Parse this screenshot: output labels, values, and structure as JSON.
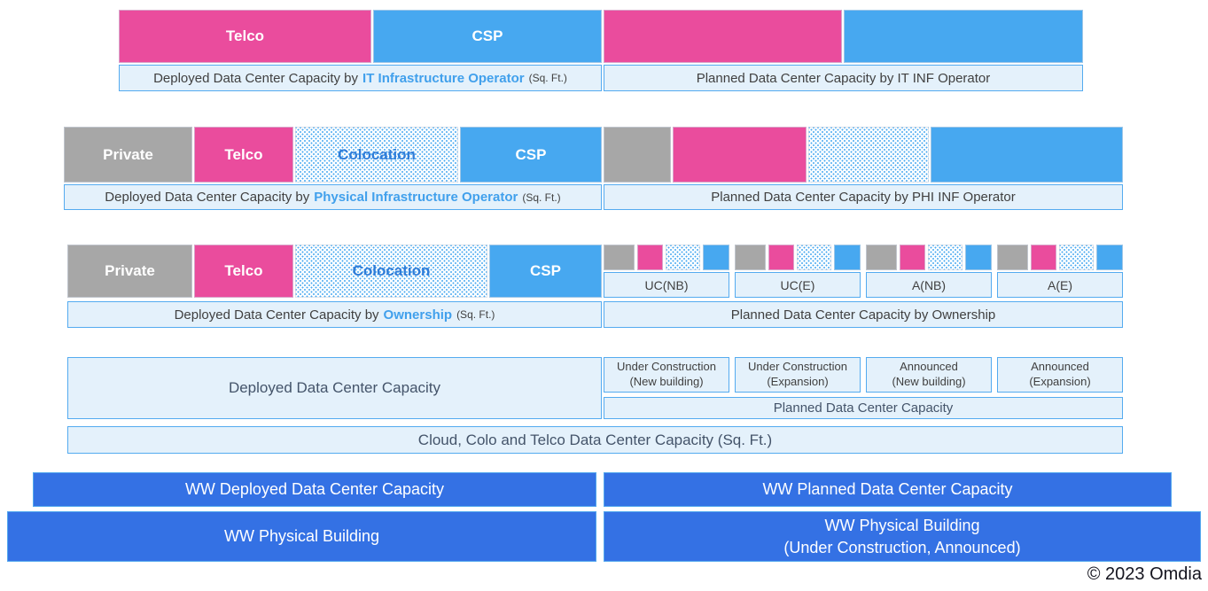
{
  "colors": {
    "pink": "#EA4C9D",
    "blue": "#47A8F0",
    "gray": "#A7A7A7",
    "royal_blue": "#3471E4",
    "caption_fill": "#E4F1FB",
    "caption_border": "#54ABF0",
    "highlight_text": "#41A0EC",
    "colocation_text": "#2F7CD8",
    "body_text": "#404040",
    "heading_text": "#44546A"
  },
  "row_it_operator": {
    "deployed_segments": [
      {
        "label": "Telco",
        "color": "pink"
      },
      {
        "label": "CSP",
        "color": "blue"
      }
    ],
    "planned_segments": [
      {
        "color": "pink"
      },
      {
        "color": "blue"
      }
    ],
    "deployed_caption": {
      "prefix": "Deployed Data Center Capacity by",
      "highlight": "IT Infrastructure Operator",
      "suffix": "(Sq. Ft.)"
    },
    "planned_caption": "Planned Data Center Capacity by IT INF Operator"
  },
  "row_phi_operator": {
    "deployed_segments": [
      {
        "label": "Private",
        "color": "gray"
      },
      {
        "label": "Telco",
        "color": "pink"
      },
      {
        "label": "Colocation",
        "color": "dotted"
      },
      {
        "label": "CSP",
        "color": "blue"
      }
    ],
    "planned_segments": [
      {
        "color": "gray"
      },
      {
        "color": "pink"
      },
      {
        "color": "dotted"
      },
      {
        "color": "blue"
      }
    ],
    "deployed_caption": {
      "prefix": "Deployed Data Center Capacity by",
      "highlight": "Physical Infrastructure Operator",
      "suffix": "(Sq. Ft.)"
    },
    "planned_caption": "Planned Data Center Capacity by PHI INF Operator"
  },
  "row_ownership": {
    "deployed_segments": [
      {
        "label": "Private",
        "color": "gray"
      },
      {
        "label": "Telco",
        "color": "pink"
      },
      {
        "label": "Colocation",
        "color": "dotted"
      },
      {
        "label": "CSP",
        "color": "blue"
      }
    ],
    "planned_groups": [
      {
        "label": "UC(NB)"
      },
      {
        "label": "UC(E)"
      },
      {
        "label": "A(NB)"
      },
      {
        "label": "A(E)"
      }
    ],
    "deployed_caption": {
      "prefix": "Deployed Data Center Capacity by",
      "highlight": "Ownership",
      "suffix": "(Sq. Ft.)"
    },
    "planned_caption": "Planned Data Center Capacity by Ownership"
  },
  "row_capacity": {
    "deployed_box": "Deployed Data Center Capacity",
    "planned_boxes": [
      {
        "line1": "Under Construction",
        "line2": "(New building)"
      },
      {
        "line1": "Under Construction",
        "line2": "(Expansion)"
      },
      {
        "line1": "Announced",
        "line2": "(New building)"
      },
      {
        "line1": "Announced",
        "line2": "(Expansion)"
      }
    ],
    "planned_caption": "Planned Data Center Capacity",
    "total_caption": "Cloud, Colo and Telco Data Center Capacity (Sq. Ft.)"
  },
  "row_ww_capacity": {
    "deployed": "WW Deployed Data Center Capacity",
    "planned": "WW Planned Data Center Capacity"
  },
  "row_ww_building": {
    "deployed": "WW Physical Building",
    "planned_line1": "WW Physical Building",
    "planned_line2": "(Under Construction, Announced)"
  },
  "footer": {
    "copyright": "© 2023 Omdia"
  }
}
